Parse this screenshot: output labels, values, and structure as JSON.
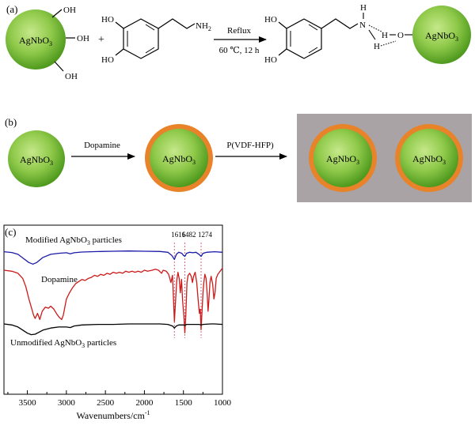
{
  "panel_a": {
    "label": "(a)",
    "particle_left": "AgNbO",
    "particle_left_sub": "3",
    "oh": "OH",
    "plus": "+",
    "ho": "HO",
    "nh2": "NH",
    "nh2_sub": "2",
    "arrow_top": "Reflux",
    "arrow_bottom": "60 ℃, 12 h",
    "h": "H",
    "n": "N",
    "o": "O",
    "particle_right": "AgNbO",
    "particle_right_sub": "3"
  },
  "panel_b": {
    "label": "(b)",
    "particle": "AgNbO",
    "particle_sub": "3",
    "step1": "Dopamine",
    "step2": "P(VDF-HFP)",
    "colors": {
      "green": "#7fc242",
      "orange": "#e8832a",
      "matrix": "#a9a3a6"
    }
  },
  "panel_c": {
    "label": "(c)",
    "xlabel": "Wavenumbers/cm",
    "xlabel_sup": "-1",
    "series_labels": {
      "modified": "Modified AgNbO",
      "modified_sub": "3",
      "modified_tail": " particles",
      "dopamine": "Dopamine",
      "unmodified": "Unmodified AgNbO",
      "unmodified_sub": "3",
      "unmodified_tail": " particles"
    },
    "peak_labels": [
      "1616",
      "1482",
      "1274"
    ]
  },
  "chart_data": {
    "type": "line",
    "title": "",
    "xlabel": "Wavenumbers/cm-1",
    "ylabel": "",
    "xlim": [
      3800,
      1000
    ],
    "x_reversed": true,
    "y_ticks_shown": false,
    "x_ticks": [
      3500,
      3000,
      2500,
      2000,
      1500,
      1000
    ],
    "peak_markers": [
      1616,
      1482,
      1274
    ],
    "series": [
      {
        "name": "Modified AgNbO3 particles",
        "color": "#1a1aa8",
        "points": [
          [
            3800,
            0.5
          ],
          [
            3700,
            1.2
          ],
          [
            3620,
            3
          ],
          [
            3550,
            7
          ],
          [
            3480,
            11
          ],
          [
            3430,
            12.5
          ],
          [
            3380,
            11
          ],
          [
            3300,
            6
          ],
          [
            3200,
            3
          ],
          [
            3100,
            2
          ],
          [
            3000,
            1.5
          ],
          [
            2950,
            2.5
          ],
          [
            2900,
            1.5
          ],
          [
            2800,
            0.8
          ],
          [
            2600,
            0.3
          ],
          [
            2400,
            0
          ],
          [
            2200,
            -0.2
          ],
          [
            2000,
            0
          ],
          [
            1800,
            0.2
          ],
          [
            1700,
            1
          ],
          [
            1650,
            4
          ],
          [
            1616,
            8
          ],
          [
            1590,
            3
          ],
          [
            1560,
            1
          ],
          [
            1520,
            2
          ],
          [
            1500,
            4
          ],
          [
            1482,
            5
          ],
          [
            1460,
            2
          ],
          [
            1420,
            1
          ],
          [
            1380,
            1.5
          ],
          [
            1340,
            1
          ],
          [
            1300,
            3
          ],
          [
            1274,
            5
          ],
          [
            1250,
            2
          ],
          [
            1200,
            1
          ],
          [
            1100,
            0.5
          ],
          [
            1000,
            1
          ]
        ]
      },
      {
        "name": "Dopamine",
        "color": "#cc1a1a",
        "points": [
          [
            3800,
            0
          ],
          [
            3700,
            1
          ],
          [
            3620,
            3
          ],
          [
            3560,
            8
          ],
          [
            3520,
            16
          ],
          [
            3480,
            28
          ],
          [
            3450,
            36
          ],
          [
            3420,
            44
          ],
          [
            3400,
            47
          ],
          [
            3370,
            42
          ],
          [
            3340,
            48
          ],
          [
            3310,
            40
          ],
          [
            3270,
            36
          ],
          [
            3230,
            37
          ],
          [
            3200,
            35
          ],
          [
            3160,
            38
          ],
          [
            3120,
            43
          ],
          [
            3090,
            46
          ],
          [
            3060,
            48
          ],
          [
            3040,
            44
          ],
          [
            3020,
            36
          ],
          [
            3000,
            28
          ],
          [
            2960,
            22
          ],
          [
            2920,
            17
          ],
          [
            2880,
            13
          ],
          [
            2840,
            11
          ],
          [
            2800,
            9
          ],
          [
            2760,
            10
          ],
          [
            2720,
            8
          ],
          [
            2680,
            7
          ],
          [
            2640,
            5
          ],
          [
            2600,
            6
          ],
          [
            2560,
            4
          ],
          [
            2520,
            5
          ],
          [
            2480,
            3
          ],
          [
            2440,
            4
          ],
          [
            2400,
            2
          ],
          [
            2360,
            3
          ],
          [
            2320,
            2
          ],
          [
            2280,
            3
          ],
          [
            2240,
            1
          ],
          [
            2200,
            2
          ],
          [
            2160,
            1
          ],
          [
            2120,
            2
          ],
          [
            2080,
            1
          ],
          [
            2040,
            2
          ],
          [
            2000,
            0
          ],
          [
            1960,
            1
          ],
          [
            1900,
            0
          ],
          [
            1860,
            -1
          ],
          [
            1820,
            0
          ],
          [
            1780,
            3
          ],
          [
            1760,
            0
          ],
          [
            1720,
            1
          ],
          [
            1690,
            4
          ],
          [
            1660,
            12
          ],
          [
            1640,
            5
          ],
          [
            1616,
            50
          ],
          [
            1600,
            28
          ],
          [
            1585,
            10
          ],
          [
            1570,
            2
          ],
          [
            1555,
            8
          ],
          [
            1540,
            22
          ],
          [
            1525,
            9
          ],
          [
            1510,
            30
          ],
          [
            1495,
            44
          ],
          [
            1482,
            61
          ],
          [
            1470,
            44
          ],
          [
            1455,
            12
          ],
          [
            1440,
            5
          ],
          [
            1420,
            3
          ],
          [
            1400,
            6
          ],
          [
            1385,
            12
          ],
          [
            1370,
            6
          ],
          [
            1350,
            2
          ],
          [
            1330,
            12
          ],
          [
            1310,
            30
          ],
          [
            1295,
            42
          ],
          [
            1285,
            38
          ],
          [
            1274,
            58
          ],
          [
            1262,
            40
          ],
          [
            1250,
            22
          ],
          [
            1238,
            12
          ],
          [
            1225,
            4
          ],
          [
            1210,
            8
          ],
          [
            1195,
            24
          ],
          [
            1185,
            40
          ],
          [
            1175,
            30
          ],
          [
            1160,
            12
          ],
          [
            1145,
            6
          ],
          [
            1125,
            14
          ],
          [
            1110,
            28
          ],
          [
            1095,
            22
          ],
          [
            1080,
            8
          ],
          [
            1060,
            4
          ],
          [
            1040,
            2
          ],
          [
            1020,
            0
          ],
          [
            1000,
            -2
          ]
        ]
      },
      {
        "name": "Unmodified AgNbO3 particles",
        "color": "#000000",
        "points": [
          [
            3800,
            0
          ],
          [
            3700,
            1
          ],
          [
            3620,
            3
          ],
          [
            3560,
            6
          ],
          [
            3500,
            9
          ],
          [
            3450,
            10.5
          ],
          [
            3400,
            10
          ],
          [
            3350,
            8
          ],
          [
            3300,
            6
          ],
          [
            3200,
            4
          ],
          [
            3100,
            3
          ],
          [
            3000,
            3
          ],
          [
            2950,
            3.5
          ],
          [
            2900,
            2
          ],
          [
            2800,
            1
          ],
          [
            2600,
            0.5
          ],
          [
            2400,
            0.5
          ],
          [
            2200,
            0
          ],
          [
            2000,
            0
          ],
          [
            1800,
            0
          ],
          [
            1700,
            0.5
          ],
          [
            1640,
            2
          ],
          [
            1616,
            4
          ],
          [
            1590,
            2
          ],
          [
            1560,
            1
          ],
          [
            1500,
            1
          ],
          [
            1482,
            1.5
          ],
          [
            1460,
            0.5
          ],
          [
            1400,
            0.5
          ],
          [
            1300,
            0.5
          ],
          [
            1274,
            1
          ],
          [
            1250,
            0.5
          ],
          [
            1150,
            0
          ],
          [
            1100,
            0
          ],
          [
            1000,
            0.5
          ]
        ]
      }
    ]
  }
}
